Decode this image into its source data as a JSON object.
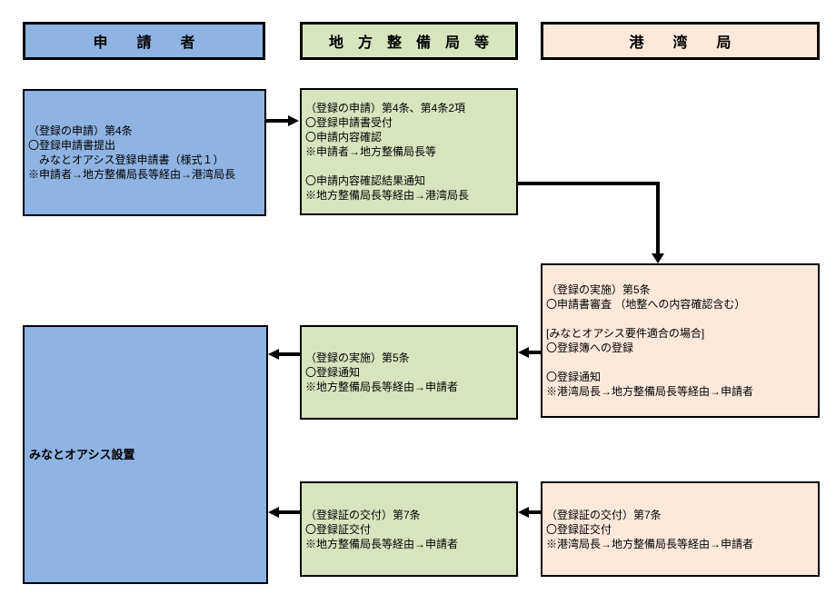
{
  "colors": {
    "applicant_fill": "#8FB3E3",
    "bureau_fill": "#D7E4BD",
    "ports_fill": "#FDE9D9",
    "line": "#000000",
    "background": "#FFFFFF"
  },
  "lane_headers": {
    "applicant": "申　　請　　者",
    "regional_bureau": "地　方　整　備　局　等",
    "ports_bureau": "港　　湾　　局"
  },
  "boxes": {
    "application": {
      "lines": [
        "（登録の申請）第4条",
        "〇登録申請書提出",
        "　みなとオアシス登録申請書（様式１）",
        "※申請者→地方整備局長等経由→港湾局長"
      ]
    },
    "reception": {
      "lines": [
        "（登録の申請）第4条、第4条2項",
        "〇登録申請書受付",
        "〇申請内容確認",
        "※申請者→地方整備局長等",
        "",
        "〇申請内容確認結果通知",
        "※地方整備局長等経由→港湾局長"
      ]
    },
    "registration": {
      "lines": [
        "（登録の実施）第5条",
        "〇申請書審査 （地整への内容確認含む）",
        "",
        "[みなとオアシス要件適合の場合]",
        "〇登録簿への登録",
        "",
        "〇登録通知",
        "※港湾局長→地方整備局長等経由→申請者"
      ]
    },
    "registration_notice": {
      "lines": [
        "（登録の実施）第5条",
        "〇登録通知",
        "※地方整備局長等経由→申請者"
      ]
    },
    "oasis_established": {
      "label": "みなとオアシス設置"
    },
    "certificate_via_bureau": {
      "lines": [
        "（登録証の交付）第7条",
        "〇登録証交付",
        "※地方整備局長等経由→申請者"
      ]
    },
    "certificate_from_ports": {
      "lines": [
        "（登録証の交付）第7条",
        "〇登録証交付",
        "※港湾局長→地方整備局長等経由→申請者"
      ]
    }
  }
}
